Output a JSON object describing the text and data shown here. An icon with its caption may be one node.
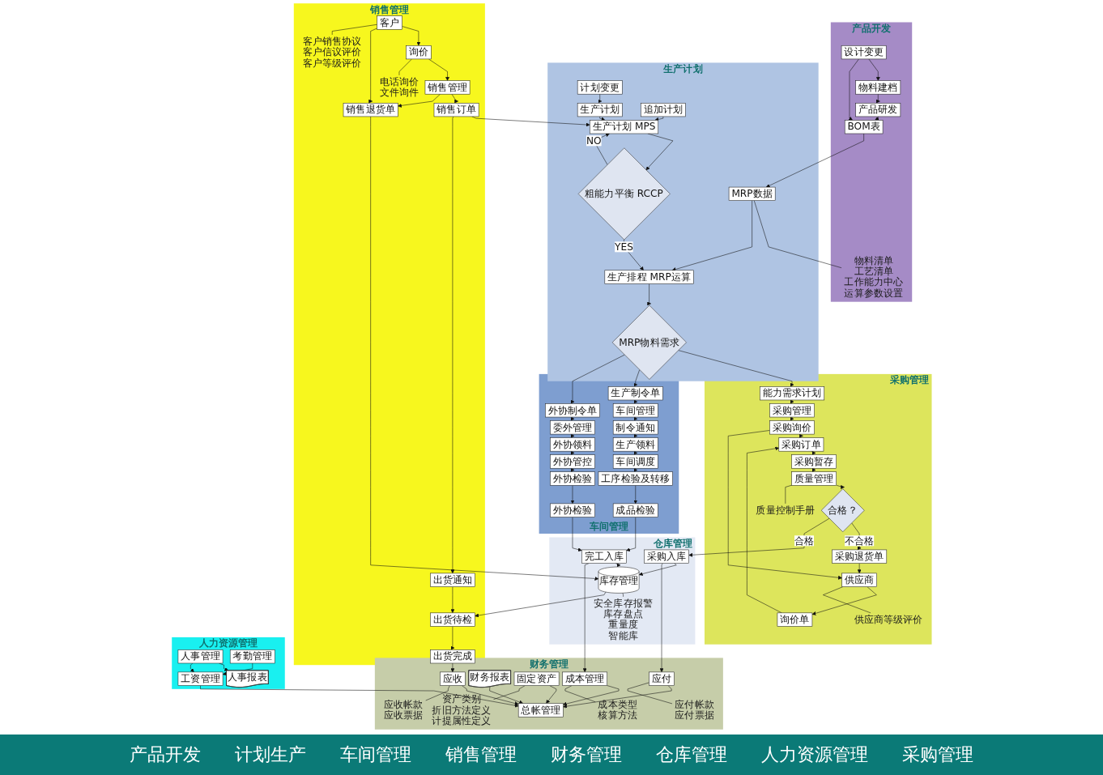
{
  "diagram": {
    "nodes": [
      {
        "text": [
          "产品开发"
        ]
      },
      {
        "text": [
          "物料建档"
        ],
        "in": 0
      },
      {
        "text": [
          "设计变更"
        ],
        "in": 0
      },
      {
        "text": [
          "产品研发"
        ],
        "in": 0
      },
      {
        "text": [
          "BOM表"
        ],
        "in": 0
      },
      {
        "text": [
          "物料清单",
          "工艺清单",
          "工作能力中心",
          "运算参数设置"
        ],
        "in": 0
      },
      {
        "text": [
          "生产计划"
        ]
      },
      {
        "text": [
          "计划变更"
        ],
        "in": 6
      },
      {
        "text": [
          "生产计划"
        ],
        "in": 6
      },
      {
        "text": [
          "追加计划"
        ],
        "in": 6
      },
      {
        "text": [
          "生产计划 MPS"
        ],
        "in": 6
      },
      {
        "text": [
          "粗能力平衡 RCCP"
        ],
        "in": 6
      },
      {
        "text": [
          "MRP数据"
        ],
        "in": 6
      },
      {
        "text": [
          "生产排程 MRP运算"
        ],
        "in": 6
      },
      {
        "text": [
          "MRP物料需求"
        ],
        "in": 6
      },
      {
        "text": [
          "采购管理"
        ]
      },
      {
        "text": [
          "供应商等级评价"
        ],
        "in": 15
      },
      {
        "text": [
          "供应商"
        ],
        "in": 15
      },
      {
        "text": [
          "询价单"
        ],
        "in": 15
      },
      {
        "text": [
          "采购退货单"
        ],
        "in": 15
      },
      {
        "text": [
          "质量控制手册"
        ],
        "in": 15
      },
      {
        "text": [
          "能力需求计划"
        ],
        "in": 15
      },
      {
        "text": [
          "采购管理"
        ],
        "in": 15
      },
      {
        "text": [
          "采购询价"
        ],
        "in": 15
      },
      {
        "text": [
          "采购订单"
        ],
        "in": 15
      },
      {
        "text": [
          "采购暂存"
        ],
        "in": 15
      },
      {
        "text": [
          "质量管理"
        ],
        "in": 15
      },
      {
        "text": [
          "合格？"
        ],
        "in": 15
      },
      {
        "text": [
          "车间管理"
        ]
      },
      {
        "text": [
          "生产制令单"
        ],
        "in": 28
      },
      {
        "text": [
          "车间管理"
        ],
        "in": 28
      },
      {
        "text": [
          "制令通知"
        ],
        "in": 28
      },
      {
        "text": [
          "生产领料"
        ],
        "in": 28
      },
      {
        "text": [
          "车间调度"
        ],
        "in": 28
      },
      {
        "text": [
          "工序检验及转移"
        ],
        "in": 28
      },
      {
        "text": [
          "成品检验"
        ],
        "in": 28
      },
      {
        "text": [
          "外协制令单"
        ],
        "in": 28
      },
      {
        "text": [
          "委外管理"
        ],
        "in": 28
      },
      {
        "text": [
          "外协领料"
        ],
        "in": 28
      },
      {
        "text": [
          "外协管控"
        ],
        "in": 28
      },
      {
        "text": [
          "外协检验"
        ],
        "in": 28
      },
      {
        "text": [
          "外协检验"
        ],
        "in": 28
      },
      {
        "text": [
          "仓库管理"
        ]
      },
      {
        "text": [
          "完工入库"
        ],
        "in": 42
      },
      {
        "text": [
          "库存管理"
        ],
        "in": 42
      },
      {
        "text": [
          "采购入库"
        ],
        "in": 42
      },
      {
        "text": [
          "安全库存报警",
          "库存盘点",
          "重量度",
          "智能库"
        ],
        "in": 42
      },
      {
        "text": [
          "财务管理"
        ]
      },
      {
        "text": [
          "成本管理"
        ],
        "in": 47
      },
      {
        "text": [
          "成本类型",
          "核算方法"
        ],
        "in": 47
      },
      {
        "text": [
          "财务报表"
        ],
        "in": 47
      },
      {
        "text": [
          "固定资产"
        ],
        "in": 47
      },
      {
        "text": [
          "资产类别",
          "折旧方法定义",
          "计提属性定义"
        ],
        "in": 47
      },
      {
        "text": [
          "应收帐款",
          "应收票据"
        ],
        "in": 47
      },
      {
        "text": [
          "应收"
        ],
        "in": 47
      },
      {
        "text": [
          "总帐管理"
        ],
        "in": 47
      },
      {
        "text": [
          "应付"
        ],
        "in": 47
      },
      {
        "text": [
          "应付帐款",
          "应付票据"
        ],
        "in": 47
      },
      {
        "text": [
          "销售管理"
        ]
      },
      {
        "text": [
          "销售订单"
        ],
        "in": 58
      },
      {
        "text": [
          "销售管理"
        ],
        "in": 58
      },
      {
        "text": [
          "销售退货单"
        ],
        "in": 58
      },
      {
        "text": [
          "询价"
        ],
        "in": 58
      },
      {
        "text": [
          "客户"
        ],
        "in": 58
      },
      {
        "text": [
          "客户销售协议",
          "客户信议评价",
          "客户等级评价"
        ],
        "in": 58
      },
      {
        "text": [
          "电话询价",
          "文件询件"
        ],
        "in": 58
      },
      {
        "text": [
          "出货通知"
        ],
        "in": 58
      },
      {
        "text": [
          "出货待检"
        ],
        "in": 58
      },
      {
        "text": [
          "出货完成"
        ],
        "in": 58
      },
      {
        "text": [
          "人力资源管理"
        ]
      },
      {
        "text": [
          "人事报表"
        ],
        "in": 69
      },
      {
        "text": [
          "人事管理"
        ],
        "in": 69
      },
      {
        "text": [
          "工资管理"
        ],
        "in": 69
      },
      {
        "text": [
          "考勤管理"
        ],
        "in": 69
      }
    ],
    "edges": [
      {
        "from": 2,
        "to": 1,
        "arrow": "to"
      },
      {
        "from": 1,
        "to": 3,
        "arrow": "to"
      },
      {
        "from": 2,
        "to": 4,
        "arrow": "to"
      },
      {
        "from": 3,
        "to": 4,
        "arrow": "to"
      },
      {
        "from": 4,
        "to": 12,
        "arrow": "to"
      },
      {
        "from": 12,
        "to": 5,
        "arrow": "none"
      },
      {
        "from": 7,
        "to": 8,
        "arrow": "to"
      },
      {
        "from": 8,
        "to": 10,
        "arrow": "to"
      },
      {
        "from": 9,
        "to": 10,
        "arrow": "to"
      },
      {
        "from": 59,
        "to": 10,
        "arrow": "to"
      },
      {
        "from": 10,
        "to": 11,
        "arrow": "to"
      },
      {
        "from": 11,
        "to": 10,
        "arrow": "to",
        "label": "NO"
      },
      {
        "from": 11,
        "to": 13,
        "arrow": "to",
        "label": "YES"
      },
      {
        "from": 12,
        "to": 13,
        "arrow": "to"
      },
      {
        "from": 13,
        "to": 14,
        "arrow": "to"
      },
      {
        "from": 14,
        "to": 21,
        "arrow": "to"
      },
      {
        "from": 14,
        "to": 29,
        "arrow": "to"
      },
      {
        "from": 14,
        "to": 36,
        "arrow": "to"
      },
      {
        "from": 21,
        "to": 22,
        "arrow": "to"
      },
      {
        "from": 22,
        "to": 23,
        "arrow": "to"
      },
      {
        "from": 23,
        "to": 24,
        "arrow": "to"
      },
      {
        "from": 24,
        "to": 25,
        "arrow": "to"
      },
      {
        "from": 25,
        "to": 26,
        "arrow": "to"
      },
      {
        "from": 26,
        "to": 27,
        "arrow": "to"
      },
      {
        "from": 23,
        "to": 17,
        "arrow": "to"
      },
      {
        "from": 17,
        "to": 18,
        "arrow": "to"
      },
      {
        "from": 18,
        "to": 24,
        "arrow": "to"
      },
      {
        "from": 17,
        "to": 16,
        "arrow": "none"
      },
      {
        "from": 26,
        "to": 20,
        "arrow": "none"
      },
      {
        "from": 27,
        "to": 19,
        "arrow": "to",
        "label": "不合格"
      },
      {
        "from": 19,
        "to": 17,
        "arrow": "to"
      },
      {
        "from": 27,
        "to": 45,
        "arrow": "to",
        "label": "合格"
      },
      {
        "from": 29,
        "to": 30,
        "arrow": "to"
      },
      {
        "from": 30,
        "to": 31,
        "arrow": "to"
      },
      {
        "from": 31,
        "to": 32,
        "arrow": "to"
      },
      {
        "from": 32,
        "to": 33,
        "arrow": "to"
      },
      {
        "from": 33,
        "to": 34,
        "arrow": "to"
      },
      {
        "from": 34,
        "to": 35,
        "arrow": "to"
      },
      {
        "from": 35,
        "to": 43,
        "arrow": "to"
      },
      {
        "from": 36,
        "to": 37,
        "arrow": "to"
      },
      {
        "from": 37,
        "to": 38,
        "arrow": "to"
      },
      {
        "from": 38,
        "to": 39,
        "arrow": "to"
      },
      {
        "from": 39,
        "to": 40,
        "arrow": "to"
      },
      {
        "from": 40,
        "to": 41,
        "arrow": "to"
      },
      {
        "from": 41,
        "to": 43,
        "arrow": "to"
      },
      {
        "from": 43,
        "to": 44,
        "arrow": "to"
      },
      {
        "from": 43,
        "to": 48,
        "arrow": "to"
      },
      {
        "from": 61,
        "to": 44,
        "arrow": "to"
      },
      {
        "from": 45,
        "to": 44,
        "arrow": "to"
      },
      {
        "from": 44,
        "to": 46,
        "arrow": "none"
      },
      {
        "from": 44,
        "to": 67,
        "arrow": "to"
      },
      {
        "from": 45,
        "to": 56,
        "arrow": "to"
      },
      {
        "from": 56,
        "to": 55,
        "arrow": "to"
      },
      {
        "from": 56,
        "to": 57,
        "arrow": "none"
      },
      {
        "from": 48,
        "to": 55,
        "arrow": "to"
      },
      {
        "from": 48,
        "to": 49,
        "arrow": "none"
      },
      {
        "from": 50,
        "to": 55,
        "arrow": "to"
      },
      {
        "from": 51,
        "to": 55,
        "arrow": "to"
      },
      {
        "from": 51,
        "to": 52,
        "arrow": "none"
      },
      {
        "from": 54,
        "to": 55,
        "arrow": "to"
      },
      {
        "from": 54,
        "to": 53,
        "arrow": "none"
      },
      {
        "from": 68,
        "to": 54,
        "arrow": "to"
      },
      {
        "from": 60,
        "to": 59,
        "arrow": "to"
      },
      {
        "from": 60,
        "to": 61,
        "arrow": "to"
      },
      {
        "from": 62,
        "to": 60,
        "arrow": "to"
      },
      {
        "from": 63,
        "to": 62,
        "arrow": "to"
      },
      {
        "from": 63,
        "to": 61,
        "arrow": "to"
      },
      {
        "from": 63,
        "to": 64,
        "arrow": "none"
      },
      {
        "from": 62,
        "to": 65,
        "arrow": "none"
      },
      {
        "from": 59,
        "to": 66,
        "arrow": "to"
      },
      {
        "from": 66,
        "to": 67,
        "arrow": "to"
      },
      {
        "from": 67,
        "to": 68,
        "arrow": "to"
      },
      {
        "from": 71,
        "to": 70,
        "arrow": "to"
      },
      {
        "from": 71,
        "to": 72,
        "arrow": "to"
      },
      {
        "from": 73,
        "to": 72,
        "arrow": "to"
      },
      {
        "from": 72,
        "to": 55,
        "arrow": "to"
      }
    ],
    "labels": [
      "产品开发",
      "计划生产",
      "车间管理",
      "销售管理",
      "财务管理",
      "仓库管理",
      "人力资源管理",
      "采购管理"
    ]
  }
}
